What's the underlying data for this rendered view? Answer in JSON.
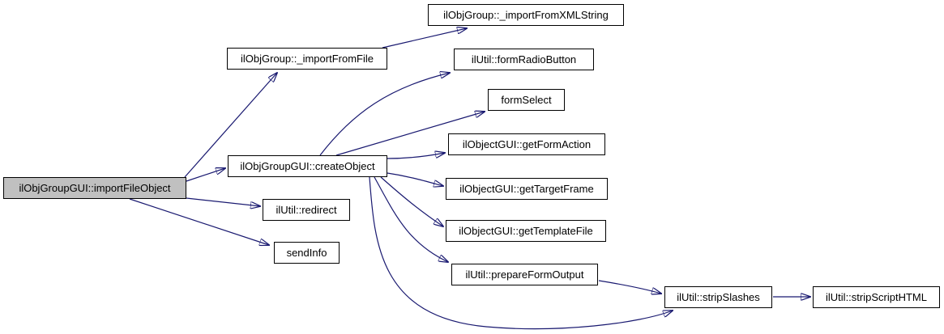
{
  "diagram": {
    "type": "call-graph",
    "colors": {
      "background": "#ffffff",
      "edge": "#191970",
      "node_border": "#000000",
      "node_fill": "#ffffff",
      "highlight_fill": "#c0c0c0"
    },
    "nodes": [
      {
        "id": "importFileObject",
        "label": "ilObjGroupGUI::importFileObject",
        "highlighted": true
      },
      {
        "id": "importFromFile",
        "label": "ilObjGroup::_importFromFile"
      },
      {
        "id": "importFromXMLString",
        "label": "ilObjGroup::_importFromXMLString"
      },
      {
        "id": "createObject",
        "label": "ilObjGroupGUI::createObject"
      },
      {
        "id": "redirect",
        "label": "ilUtil::redirect"
      },
      {
        "id": "sendInfo",
        "label": "sendInfo"
      },
      {
        "id": "formRadioButton",
        "label": "ilUtil::formRadioButton"
      },
      {
        "id": "formSelect",
        "label": "formSelect"
      },
      {
        "id": "getFormAction",
        "label": "ilObjectGUI::getFormAction"
      },
      {
        "id": "getTargetFrame",
        "label": "ilObjectGUI::getTargetFrame"
      },
      {
        "id": "getTemplateFile",
        "label": "ilObjectGUI::getTemplateFile"
      },
      {
        "id": "prepareFormOutput",
        "label": "ilUtil::prepareFormOutput"
      },
      {
        "id": "stripSlashes",
        "label": "ilUtil::stripSlashes"
      },
      {
        "id": "stripScriptHTML",
        "label": "ilUtil::stripScriptHTML"
      }
    ],
    "edges": [
      {
        "from": "importFileObject",
        "to": "importFromFile"
      },
      {
        "from": "importFromFile",
        "to": "importFromXMLString"
      },
      {
        "from": "importFileObject",
        "to": "createObject"
      },
      {
        "from": "importFileObject",
        "to": "redirect"
      },
      {
        "from": "importFileObject",
        "to": "sendInfo"
      },
      {
        "from": "createObject",
        "to": "formRadioButton"
      },
      {
        "from": "createObject",
        "to": "formSelect"
      },
      {
        "from": "createObject",
        "to": "getFormAction"
      },
      {
        "from": "createObject",
        "to": "getTargetFrame"
      },
      {
        "from": "createObject",
        "to": "getTemplateFile"
      },
      {
        "from": "createObject",
        "to": "prepareFormOutput"
      },
      {
        "from": "createObject",
        "to": "stripSlashes"
      },
      {
        "from": "prepareFormOutput",
        "to": "stripSlashes"
      },
      {
        "from": "stripSlashes",
        "to": "stripScriptHTML"
      }
    ]
  }
}
